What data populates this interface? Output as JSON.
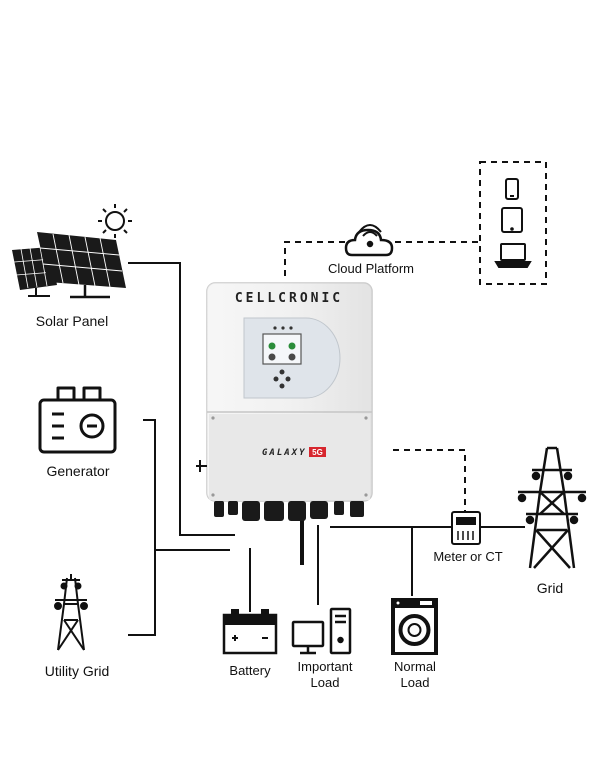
{
  "inverter": {
    "brand": "CELLCRONIC",
    "model": "GALAXY",
    "model_badge": "5G"
  },
  "labels": {
    "solar_panel": "Solar Panel",
    "generator": "Generator",
    "utility_grid": "Utility Grid",
    "cloud_platform": "Cloud Platform",
    "meter": "Meter or CT",
    "grid": "Grid",
    "battery": "Battery",
    "important_load_line1": "Important",
    "important_load_line2": "Load",
    "normal_load_line1": "Normal",
    "normal_load_line2": "Load"
  },
  "devices": [
    "phone-icon",
    "tablet-icon",
    "laptop-icon"
  ],
  "colors": {
    "line": "#111111",
    "inverter_body": "#eeeeee",
    "display_panel": "#dfe4ea",
    "badge_red": "#d7262e"
  }
}
